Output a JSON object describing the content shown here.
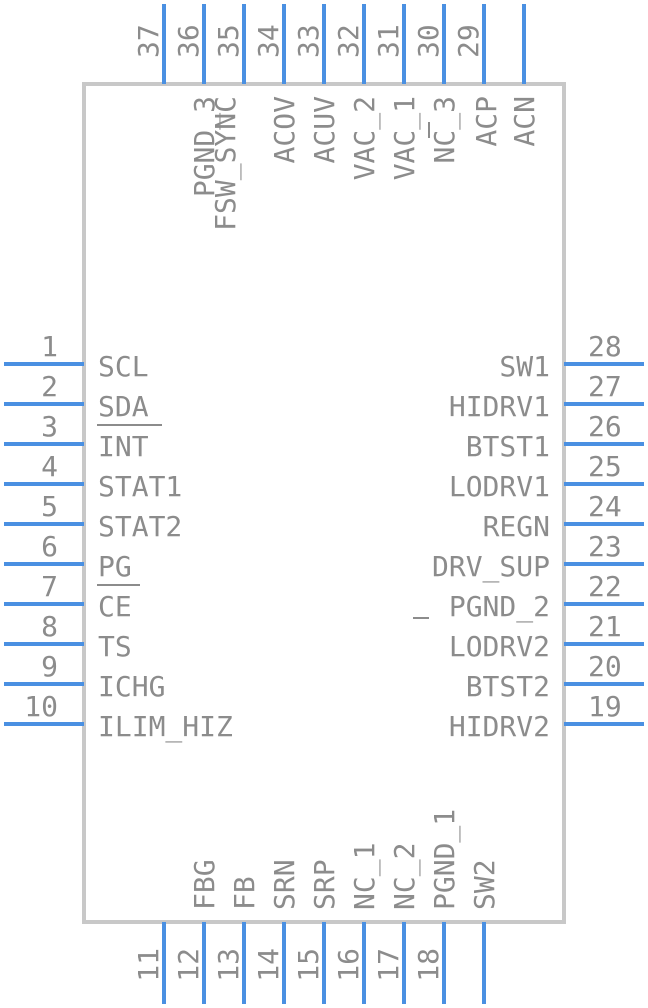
{
  "component": {
    "left_pins": [
      {
        "num": "1",
        "name": "SCL"
      },
      {
        "num": "2",
        "name": "SDA"
      },
      {
        "num": "3",
        "name": "INT"
      },
      {
        "num": "4",
        "name": "STAT1"
      },
      {
        "num": "5",
        "name": "STAT2"
      },
      {
        "num": "6",
        "name": "PG"
      },
      {
        "num": "7",
        "name": "CE"
      },
      {
        "num": "8",
        "name": "TS"
      },
      {
        "num": "9",
        "name": "ICHG"
      },
      {
        "num": "10",
        "name": "ILIM_HIZ"
      }
    ],
    "right_pins": [
      {
        "num": "28",
        "name": "SW1"
      },
      {
        "num": "27",
        "name": "HIDRV1"
      },
      {
        "num": "26",
        "name": "BTST1"
      },
      {
        "num": "25",
        "name": "LODRV1"
      },
      {
        "num": "24",
        "name": "REGN"
      },
      {
        "num": "23",
        "name": "DRV_SUP"
      },
      {
        "num": "22",
        "name": "PGND_2"
      },
      {
        "num": "21",
        "name": "LODRV2"
      },
      {
        "num": "20",
        "name": "BTST2"
      },
      {
        "num": "19",
        "name": "HIDRV2"
      }
    ],
    "top_pins": [
      {
        "num": "37",
        "name": ""
      },
      {
        "num": "36",
        "name": "PGND_3"
      },
      {
        "num": "35",
        "name": "FSW_SYNC"
      },
      {
        "num": "34",
        "name": "ACOV"
      },
      {
        "num": "33",
        "name": "ACUV"
      },
      {
        "num": "32",
        "name": "VAC_2"
      },
      {
        "num": "31",
        "name": "VAC_1"
      },
      {
        "num": "30",
        "name": "NC_3"
      },
      {
        "num": "29",
        "name": "ACP"
      },
      {
        "num": "",
        "name": "ACN"
      }
    ],
    "bottom_pins": [
      {
        "num": "11",
        "name": ""
      },
      {
        "num": "12",
        "name": "FBG"
      },
      {
        "num": "13",
        "name": "FB"
      },
      {
        "num": "14",
        "name": "SRN"
      },
      {
        "num": "15",
        "name": "SRP"
      },
      {
        "num": "16",
        "name": "NC_1"
      },
      {
        "num": "17",
        "name": "NC_2"
      },
      {
        "num": "18",
        "name": "PGND_1"
      },
      {
        "num": "",
        "name": "SW2"
      }
    ]
  },
  "colors": {
    "pin": "#4a90e2",
    "body_outline": "#c8c8c8",
    "text": "#8c8c8c"
  }
}
